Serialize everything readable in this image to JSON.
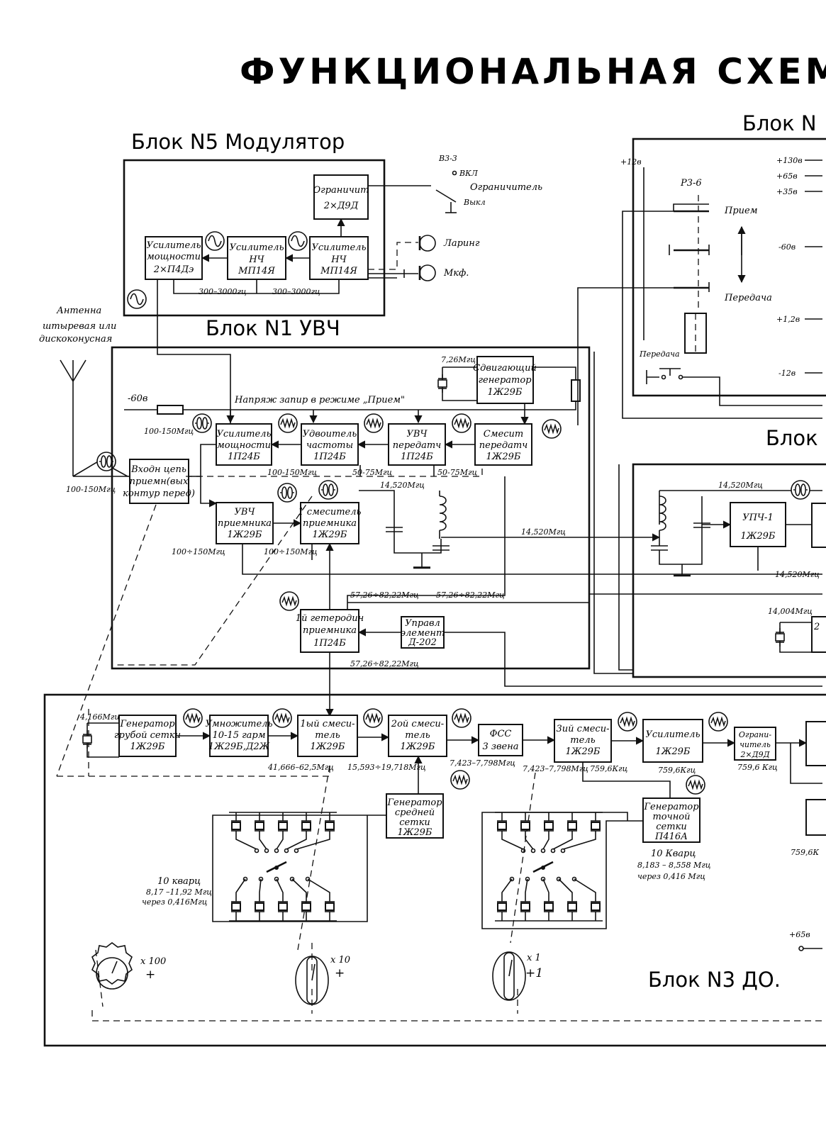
{
  "title": "ФУНКЦИОНАЛЬНАЯ СХЕМА РАДИО",
  "blocks": {
    "b5": "Блок N5 Модулятор",
    "b1": "Блок N1 УВЧ",
    "b3": "Блок N3 ДО.",
    "top_right": "Блок N",
    "mid_right": "Блок"
  },
  "modulator": {
    "limiter_box": [
      "Ограничит",
      "2×Д9Д"
    ],
    "switch_ref": "В3-3",
    "on": "ВКЛ",
    "switch_name": "Ограничитель",
    "off": "Выкл",
    "pa": [
      "Усилитель",
      "мощности",
      "2×П4Дэ"
    ],
    "lf1": [
      "Усилитель",
      "НЧ",
      "МП14Я"
    ],
    "lf2": [
      "Усилитель",
      "НЧ",
      "МП14Я"
    ],
    "bw1": "300–3000гц",
    "bw2": "300–3000гц",
    "laryng": "Ларинг",
    "mic": "Мкф."
  },
  "antenna": [
    "Антенна",
    "штыревая или",
    "дискоконусная"
  ],
  "uhf": {
    "bias_v": "-60в",
    "bias_note": "Напряж запир в режиме „Прием\"",
    "shift_freq": "7,26Мгц",
    "shift_gen": [
      "Сдвигающий",
      "генератор",
      "1Ж29Б"
    ],
    "f_tx": "100-150Мгц",
    "tx_pa": [
      "Усилитель",
      "мощности",
      "1П24Б"
    ],
    "doubler": [
      "Удвоитель",
      "частоты",
      "1П24Б"
    ],
    "tx_uhf": [
      "УВЧ",
      "передатч",
      "1П24Б"
    ],
    "tx_mix": [
      "Смесит",
      "передатч",
      "1Ж29Б"
    ],
    "in_circ": [
      "Входн цепь",
      "приемн(вых",
      "контур перед)"
    ],
    "f_ant": "100-150Мгц",
    "f_a": "100-150Мгц",
    "f_b": "50-75Мгц",
    "f_c": "50-75Мгц",
    "f_if": "14,520Мгц",
    "rx_uhf": [
      "УВЧ",
      "приемника",
      "1Ж29Б"
    ],
    "rx_mix1": [
      "1 смеситель",
      "приемника",
      "1Ж29Б"
    ],
    "f_if2": "14,520Мгц",
    "f_rx1": "100÷150Мгц",
    "f_rx2": "100÷150Мгц",
    "f_lo1": "57,26÷82,22Мгц",
    "f_lo2": "57,26÷82,22Мгц",
    "lo": [
      "1й гетеродин",
      "приемника",
      "1П24Б"
    ],
    "ctl": [
      "Управл",
      "элемент",
      "Д-202"
    ],
    "f_lo3": "57,26÷82,22Мгц"
  },
  "right": {
    "v1": "+130в",
    "v2": "+65в",
    "v3": "+35в",
    "v12": "+12в",
    "relay": "Р3-6",
    "rx": "Прием",
    "v60": "-60в",
    "tx": "Передача",
    "v12b": "+1,2в",
    "tx_btn": "Передача",
    "vm12": "-12в",
    "f_if3": "14,520Мгц",
    "ifa": [
      "УПЧ-1",
      "1Ж29Б"
    ],
    "f_if4": "14,520Мгц",
    "f_q": "14,004Мгц",
    "qbox": "2"
  },
  "synth": {
    "f_q1": "4,166Мгц",
    "gen1": [
      "Генератор",
      "грубой сетки",
      "1Ж29Б"
    ],
    "mult": [
      "Умножитель",
      "10-15 гарм",
      "1Ж29Б,Д2Ж"
    ],
    "mix1": [
      "1ый смеси-",
      "тель",
      "1Ж29Б"
    ],
    "mix2": [
      "2ой смеси-",
      "тель",
      "1Ж29Б"
    ],
    "fss": [
      "ФСС",
      "3 звена"
    ],
    "mix3": [
      "3ий смеси-",
      "тель",
      "1Ж29Б"
    ],
    "amp": [
      "Усилитель",
      "1Ж29Б"
    ],
    "lim": [
      "Ограни-",
      "читель",
      "2×Д9Д"
    ],
    "f1": "41,666–62,5Мгц",
    "f2": "15,593÷19,718Мгц",
    "f3": "7,423–7,798Мгц",
    "f4": "7,423–7,798Мгц",
    "f5": "759,6Кгц",
    "f6": "759,6Кгц",
    "f7": "759,6 Кгц",
    "gen2": [
      "Генератор",
      "средней",
      "сетки",
      "1Ж29Б"
    ],
    "gen3": [
      "Генератор",
      "точной",
      "сетки",
      "П416А"
    ],
    "q_mid": [
      "10 кварц",
      "8,17 –11,92 Мгц",
      "через 0,416Мгц"
    ],
    "q_fine": [
      "10 Кварц",
      "8,183 – 8,558 Мгц",
      "через 0,416 Мгц"
    ],
    "f_edge": "759,6К",
    "v65": "+65в",
    "k100": "x 100",
    "k10": "x 10",
    "k1": "x 1",
    "plus": "+",
    "plus1": "+1"
  }
}
